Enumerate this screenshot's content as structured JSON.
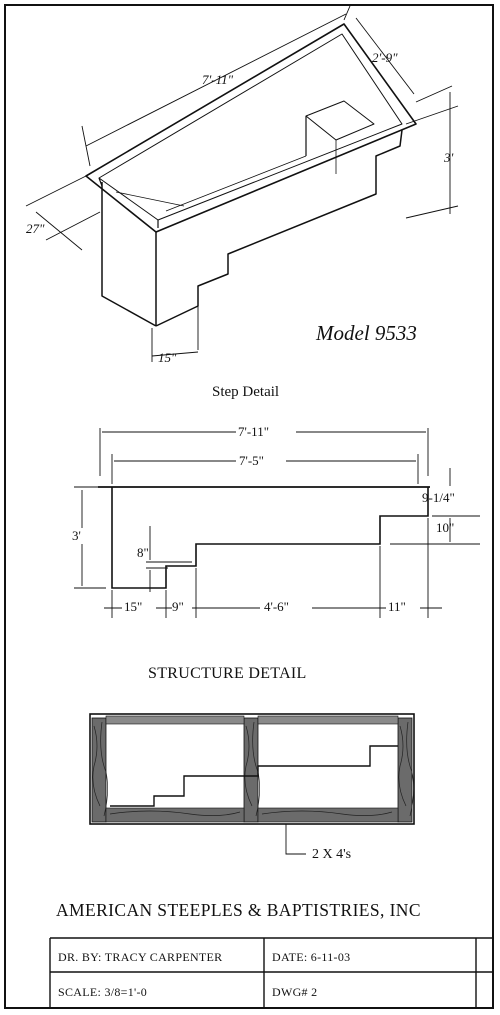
{
  "model_label": "Model 9533",
  "iso": {
    "length": "7'-11\"",
    "width": "2'-9\"",
    "height": "3'",
    "inner_width": "27\"",
    "step_width": "15\""
  },
  "step_detail": {
    "title": "Step Detail",
    "overall_length": "7'-11\"",
    "inner_length": "7'-5\"",
    "height": "3'",
    "top_offset": "9-1/4\"",
    "upper_step_rise": "10\"",
    "lower_step_rise": "8\"",
    "bottom_dims": [
      "15\"",
      "9\"",
      "4'-6\"",
      "11\""
    ]
  },
  "structure_detail": {
    "title": "STRUCTURE  DETAIL",
    "lumber_callout": "2 X 4's"
  },
  "title_block": {
    "company": "AMERICAN STEEPLES & BAPTISTRIES, INC",
    "drawn_by": "DR. BY: TRACY CARPENTER",
    "date": "DATE: 6-11-03",
    "scale": "SCALE: 3/8=1'-0",
    "drawing_no": "DWG# 2"
  }
}
